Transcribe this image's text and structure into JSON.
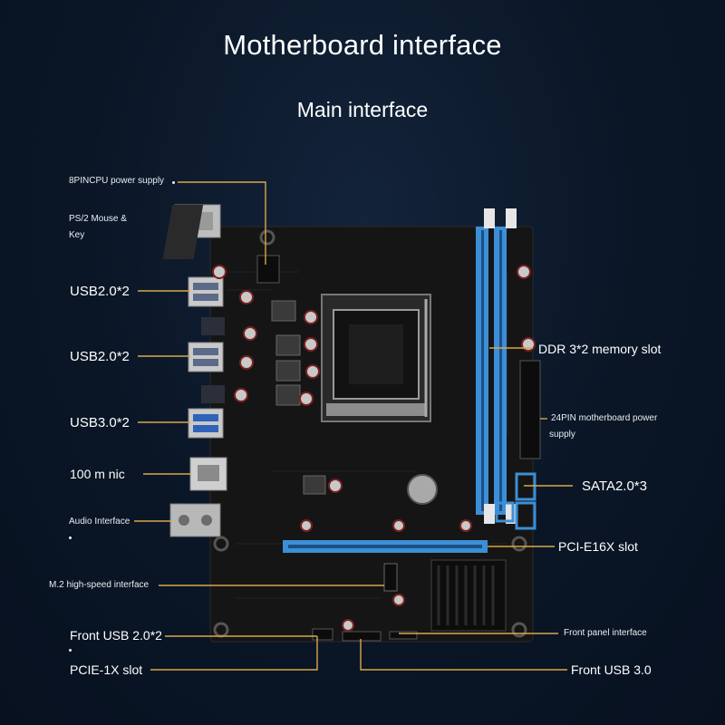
{
  "title": "Motherboard interface",
  "subtitle": "Main interface",
  "left_labels": {
    "cpu_power": "8PINCPU power supply",
    "ps2": "PS/2 Mouse &",
    "ps2_line2": "Key",
    "usb2_a": "USB2.0*2",
    "usb2_b": "USB2.0*2",
    "usb3": "USB3.0*2",
    "nic": "100 m nic",
    "audio": "Audio Interface",
    "m2": "M.2 high-speed interface",
    "front_usb2": "Front USB 2.0*2",
    "pcie1x": "PCIE-1X slot"
  },
  "right_labels": {
    "ddr3": "DDR 3*2 memory slot",
    "pin24": "24PIN motherboard power",
    "pin24_line2": "supply",
    "sata": "SATA2.0*3",
    "pcie16x": "PCI-E16X slot",
    "front_panel": "Front panel interface",
    "front_usb3": "Front USB 3.0"
  },
  "colors": {
    "background": "#0a1626",
    "pcb": "#141414",
    "leader": "#d9a74a",
    "dimm_slot": "#3c8fd6",
    "sata_port": "#3c8fd6"
  }
}
